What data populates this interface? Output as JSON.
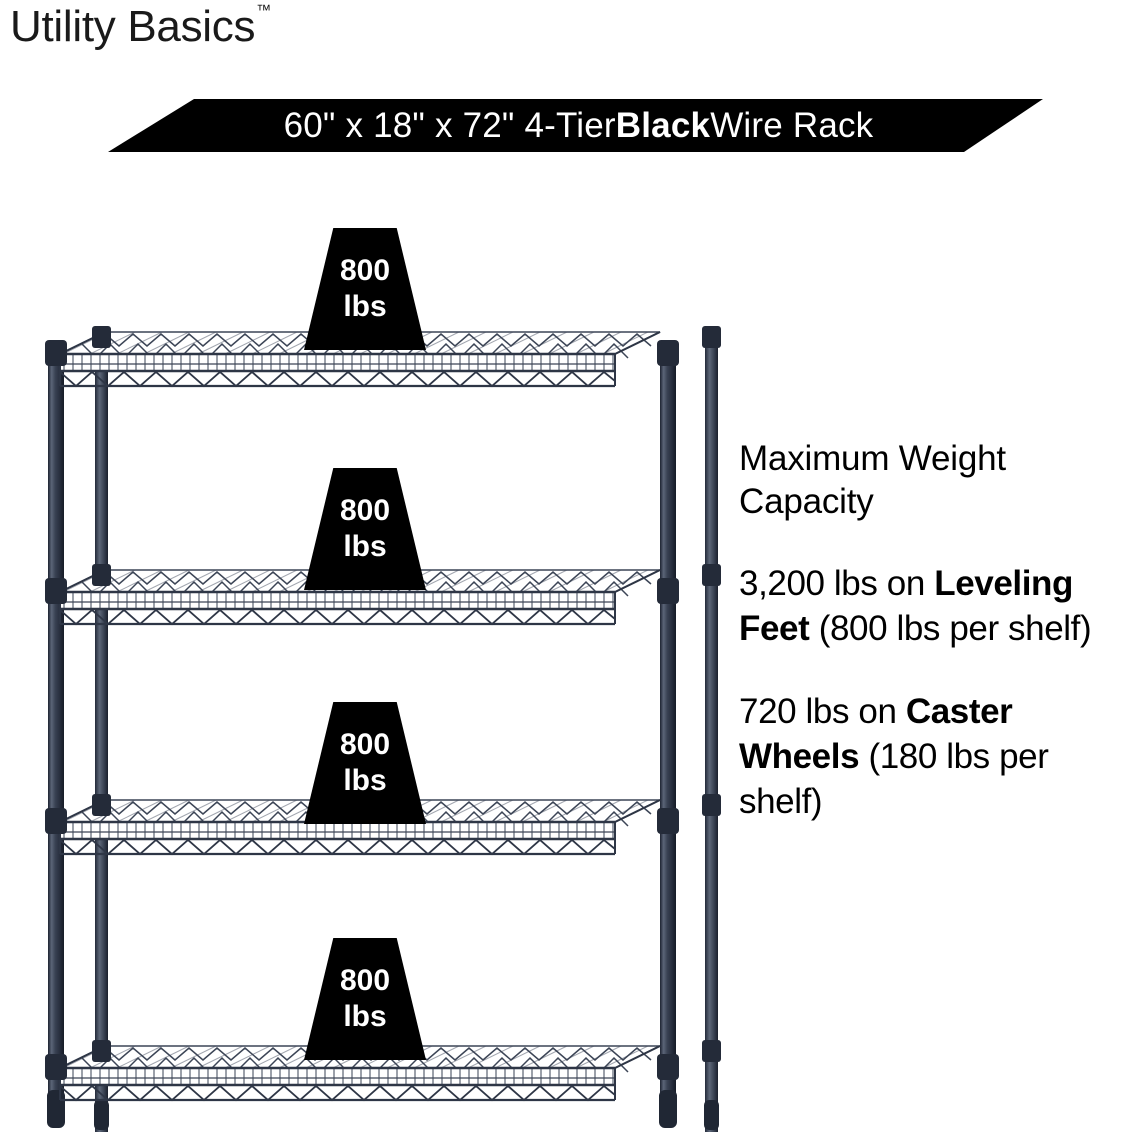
{
  "brand": {
    "name": "Utility Basics",
    "trademark": "™"
  },
  "title_banner": {
    "full_text": "60\" x 18\" x 72\" 4-Tier Black Wire Rack",
    "prefix": "60\" x 18\" x 72\" 4-Tier ",
    "emphasis": "Black",
    "suffix": " Wire Rack",
    "background_color": "#000000",
    "text_color": "#ffffff"
  },
  "info": {
    "heading": "Maximum Weight Capacity",
    "paragraphs": [
      {
        "prefix": "3,200 lbs on ",
        "emphasis": "Leveling Feet",
        "suffix": " (800 lbs per shelf)",
        "total": "3,200 lbs",
        "support": "Leveling Feet",
        "per_shelf": "800 lbs per shelf"
      },
      {
        "prefix": "720 lbs on ",
        "emphasis": "Caster Wheels",
        "suffix": " (180 lbs per shelf)",
        "total": "720 lbs",
        "support": "Caster Wheels",
        "per_shelf": "180 lbs per shelf"
      }
    ]
  },
  "product": {
    "tiers": 4,
    "frame_color": "#2e3646",
    "frame_color_light": "#4a5465",
    "badge_color": "#000000",
    "badge_text_color": "#ffffff"
  },
  "shelf_badges": [
    {
      "value": "800",
      "unit": "lbs"
    },
    {
      "value": "800",
      "unit": "lbs"
    },
    {
      "value": "800",
      "unit": "lbs"
    },
    {
      "value": "800",
      "unit": "lbs"
    }
  ]
}
